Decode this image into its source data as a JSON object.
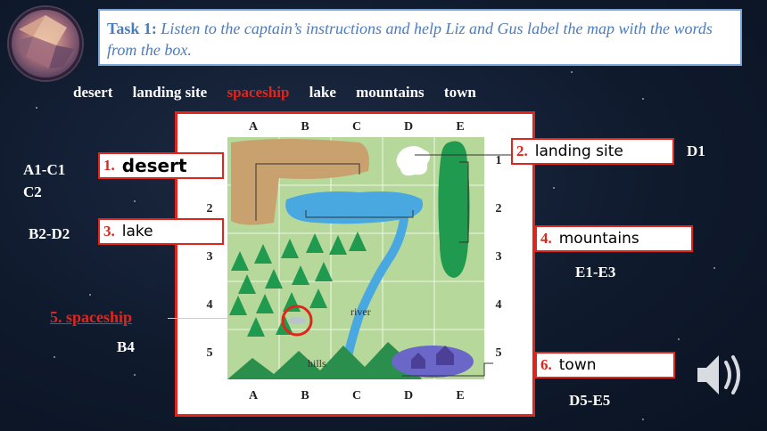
{
  "task": {
    "label": "Task  1:",
    "text": " Listen to the captain’s instructions and help Liz and Gus label the map with the words from the box."
  },
  "word_bank": [
    "desert",
    "landing site",
    "spaceship",
    "lake",
    "mountains",
    "town"
  ],
  "word_bank_highlight": "spaceship",
  "map": {
    "columns": [
      "A",
      "B",
      "C",
      "D",
      "E"
    ],
    "rows": [
      "1",
      "2",
      "3",
      "4",
      "5"
    ],
    "features": {
      "river": "river",
      "hills": "hills"
    }
  },
  "labels": [
    {
      "num": "1.",
      "answer": "desert"
    },
    {
      "num": "2.",
      "answer": "landing site"
    },
    {
      "num": "3.",
      "answer": "lake"
    },
    {
      "num": "4.",
      "answer": "mountains"
    },
    {
      "num": "5.",
      "answer": "spaceship"
    },
    {
      "num": "6.",
      "answer": "town"
    }
  ],
  "coordinates": {
    "desert_a": "A1-C1",
    "desert_b": "C2",
    "landing_site": "D1",
    "lake": "B2-D2",
    "mountains": "E1-E3",
    "spaceship": "B4",
    "town": "D5-E5"
  },
  "icons": {
    "logo": "geometric-planet-logo",
    "audio": "speaker-icon"
  },
  "colors": {
    "accent": "#e0251c",
    "task_text": "#4b7cbc",
    "background": "#0f1a2d"
  }
}
